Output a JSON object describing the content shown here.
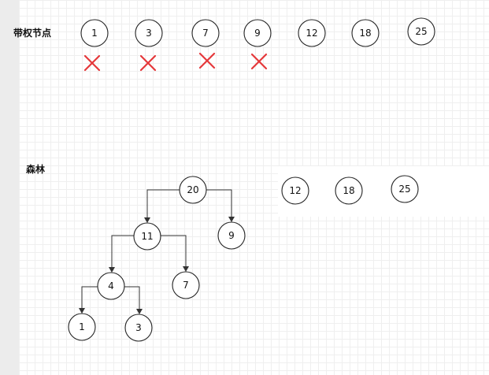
{
  "labels": {
    "weighted_nodes": "带权节点",
    "forest": "森林"
  },
  "weighted_nodes": [
    "1",
    "3",
    "7",
    "9",
    "12",
    "18",
    "25"
  ],
  "crossed_out": [
    "1",
    "3",
    "7",
    "9"
  ],
  "forest": {
    "tree": {
      "root": "20",
      "left_child": "11",
      "right_child": "9",
      "left_left": "4",
      "left_right": "7",
      "left_left_left": "1",
      "left_left_right": "3"
    },
    "singletons": [
      "12",
      "18",
      "25"
    ]
  },
  "colors": {
    "cross_mark": "#e5383b",
    "node_stroke": "#222222"
  }
}
